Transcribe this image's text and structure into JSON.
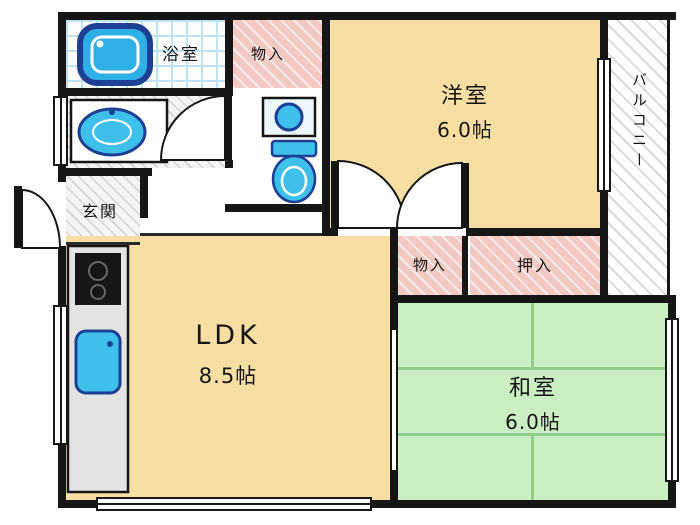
{
  "floorplan": {
    "rooms": {
      "bathroom": {
        "label": "浴室"
      },
      "storage_top": {
        "label": "物入"
      },
      "western_room": {
        "label": "洋室",
        "size": "6.0帖"
      },
      "balcony": {
        "label": "バルコニー"
      },
      "entrance": {
        "label": "玄関"
      },
      "ldk": {
        "label": "LDK",
        "size": "8.5帖"
      },
      "storage_mid": {
        "label": "物入"
      },
      "oshiire": {
        "label": "押入"
      },
      "japanese_room": {
        "label": "和室",
        "size": "6.0帖"
      }
    },
    "fixtures": [
      "bathtub-icon",
      "washbasin-icon",
      "hand-basin-icon",
      "toilet-icon",
      "kitchen-sink-icon",
      "stove-icon",
      "door-swing-icon",
      "window-icon"
    ],
    "colors": {
      "wall": "#161616",
      "wood_flooring": "#F7DFA3",
      "tatami_green": "#CBEFC2",
      "closet_pink": "#F3C9C3",
      "fixture_cyan": "#3FC0EA",
      "fixture_navy": "#1D3F94",
      "bath_tile_blue": "#BFE3F2"
    }
  }
}
